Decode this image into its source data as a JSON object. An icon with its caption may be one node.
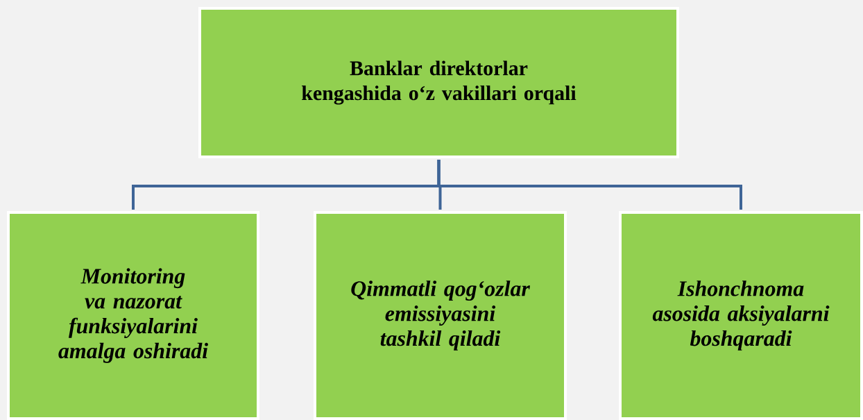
{
  "diagram": {
    "nodes": [
      {
        "text": [
          "Banklar direktorlar kengashida o‘z vakillari orqali"
        ]
      },
      {
        "text": [
          "Monitoring va nazorat funksiyalarini amalga oshiradi"
        ]
      },
      {
        "text": [
          "Qimmatli qog‘ozlar emissiyasini tashkil qiladi"
        ]
      },
      {
        "text": [
          "Ishonchnoma asosida aksiyalarni boshqaradi"
        ]
      }
    ],
    "edges": [
      {
        "from": 0,
        "to": 1,
        "arrow": "none"
      },
      {
        "from": 0,
        "to": 2,
        "arrow": "none"
      },
      {
        "from": 0,
        "to": 3,
        "arrow": "none"
      }
    ]
  }
}
